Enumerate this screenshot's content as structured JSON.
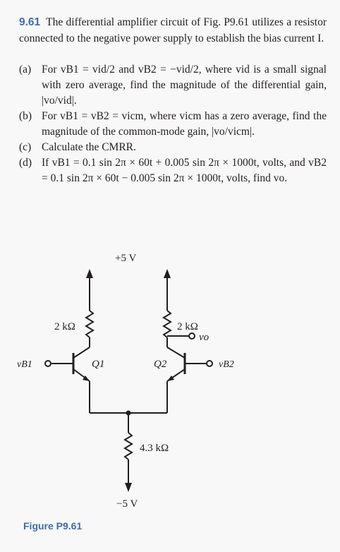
{
  "problem": {
    "number": "9.61",
    "statement": "The differential amplifier circuit of Fig. P9.61 utilizes a resistor connected to the negative power supply to establish the bias current I.",
    "parts": [
      {
        "label": "(a)",
        "text": "For vB1 = vid/2 and vB2 = −vid/2, where vid is a small signal with zero average, find the magnitude of the differential gain, |vo/vid|."
      },
      {
        "label": "(b)",
        "text": "For vB1 = vB2 = vicm, where vicm has a zero average, find the magnitude of the common-mode gain, |vo/vicm|."
      },
      {
        "label": "(c)",
        "text": "Calculate the CMRR."
      },
      {
        "label": "(d)",
        "text": "If vB1 = 0.1 sin 2π × 60t + 0.005 sin 2π × 1000t, volts, and vB2 = 0.1 sin 2π × 60t − 0.005 sin 2π × 1000t, volts, find vo."
      }
    ]
  },
  "figure": {
    "supply_pos": "+5 V",
    "supply_neg": "−5 V",
    "rc_left": "2 kΩ",
    "rc_right": "2 kΩ",
    "re": "4.3 kΩ",
    "q1": "Q1",
    "q2": "Q2",
    "vb1": "vB1",
    "vb2": "vB2",
    "vo": "vo",
    "caption": "Figure P9.61"
  },
  "colors": {
    "accent": "#3d6ea8",
    "text": "#231f20",
    "background": "#f8f8f8"
  }
}
